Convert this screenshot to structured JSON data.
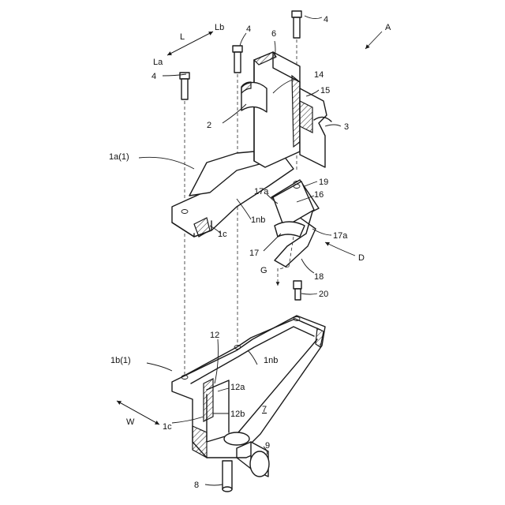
{
  "labels": {
    "A": "A",
    "L": "L",
    "Lb": "Lb",
    "La": "La",
    "bolt_4_top": "4",
    "bolt_4_mid": "4",
    "bolt_4_left": "4",
    "n6": "6",
    "n14": "14",
    "n15": "15",
    "n2": "2",
    "n3": "3",
    "n1a": "1a(1)",
    "n19": "19",
    "n17a_top": "17a",
    "n16": "16",
    "n1nb_top": "1nb",
    "n1c_top": "1c",
    "n17a_right": "17a",
    "n17": "17",
    "D": "D",
    "G": "G",
    "n18": "18",
    "n20": "20",
    "n12": "12",
    "n1b": "1b(1)",
    "n1nb_bottom": "1nb",
    "n12a": "12a",
    "n12b": "12b",
    "n7": "7",
    "W": "W",
    "n1c_bottom": "1c",
    "n9": "9",
    "n8": "8"
  }
}
